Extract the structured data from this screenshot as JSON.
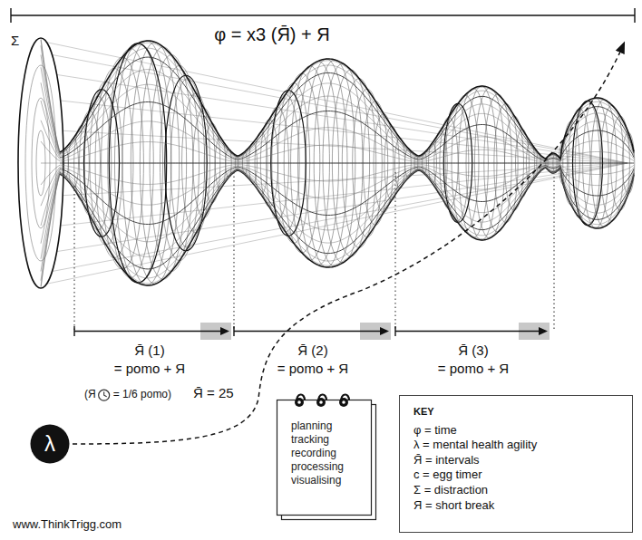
{
  "diagram": {
    "title": "φ = x3 (Я̄) + Я",
    "nodes": [
      {
        "text": [
          "λ"
        ]
      },
      {
        "text": [
          "planning",
          "tracking",
          "recording",
          "processing",
          "visualising"
        ]
      },
      {
        "text": [
          "KEY",
          "φ = time",
          "λ = mental health agility",
          "Я̄ = intervals",
          "c = egg timer",
          "Σ = distraction",
          "Я = short break"
        ]
      }
    ],
    "labels": [
      "Σ",
      "Я̄ (1)",
      "= pomo + Я",
      "(Я",
      "= 1/6 pomo)",
      "Я̄ = 25",
      "Я̄ (2)",
      "= pomo + Я",
      "Я̄ (3)",
      "= pomo + Я",
      "www.ThinkTrigg.com"
    ]
  }
}
